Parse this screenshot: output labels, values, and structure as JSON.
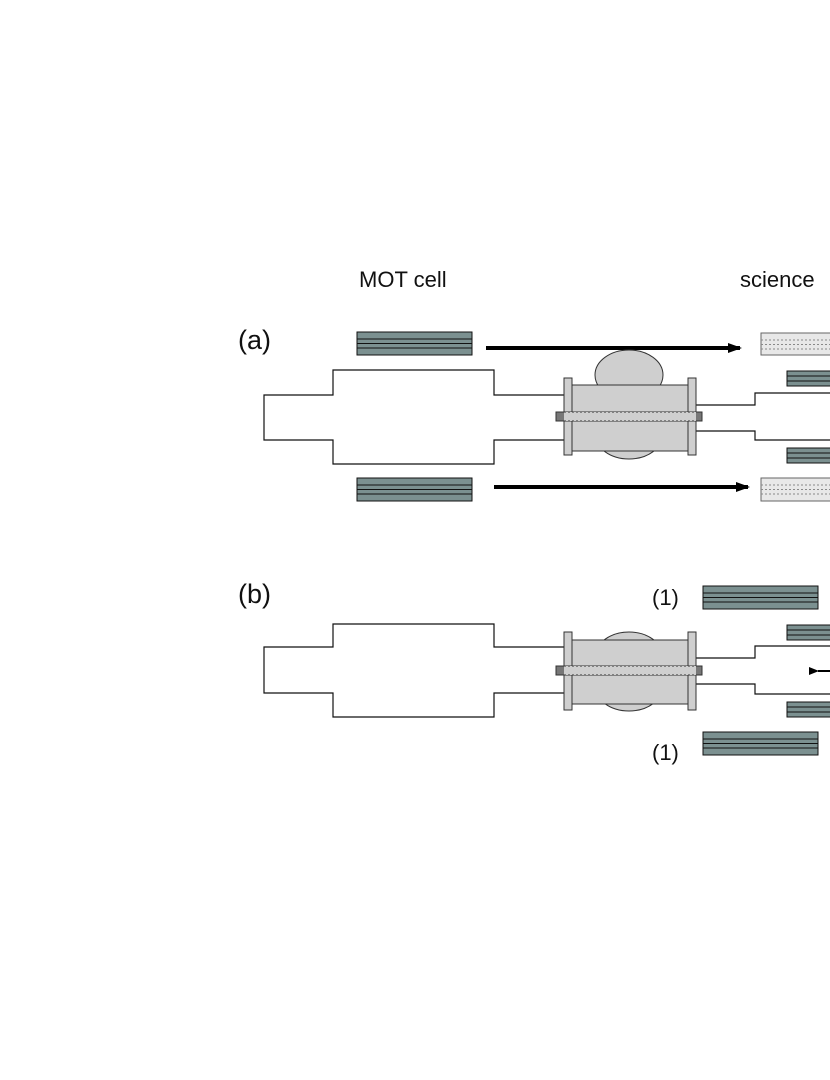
{
  "header": {
    "mot_label": "MOT cell",
    "science_label": "science"
  },
  "panels": [
    {
      "label": "(a)"
    },
    {
      "label": "(b)",
      "coil_tag_top": "(1)",
      "coil_tag_bottom": "(1)"
    }
  ],
  "colors": {
    "coil_fill": "#7b9090",
    "coil_faded_fill": "#e8e8e8",
    "valve_fill": "#cfcfcf",
    "arrow": "#000000",
    "line": "#111111"
  },
  "icons": {
    "arrow": "right-arrow-icon",
    "coil": "coil-stack",
    "valve": "gate-valve"
  }
}
